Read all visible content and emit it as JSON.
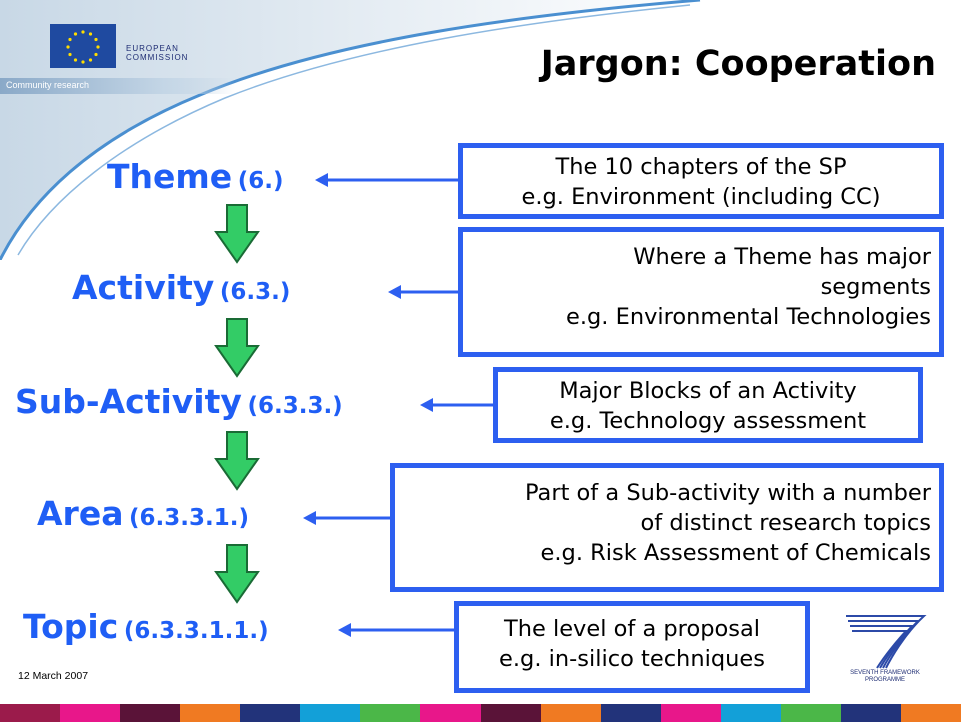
{
  "header": {
    "title": "Jargon: Cooperation",
    "eu_logo": {
      "line1": "EUROPEAN",
      "line2": "COMMISSION",
      "strip": "Community research"
    }
  },
  "levels": [
    {
      "name": "Theme",
      "code": "(6.)"
    },
    {
      "name": "Activity",
      "code": "(6.3.)"
    },
    {
      "name": "Sub-Activity",
      "code": "(6.3.3.)"
    },
    {
      "name": "Area",
      "code": "(6.3.3.1.)"
    },
    {
      "name": "Topic",
      "code": "(6.3.3.1.1.)"
    }
  ],
  "descriptions": [
    {
      "lines": [
        "The 10 chapters of the SP",
        "e.g. Environment (including CC)"
      ]
    },
    {
      "lines": [
        "Where a Theme has major",
        "segments",
        "e.g. Environmental Technologies"
      ]
    },
    {
      "lines": [
        "Major Blocks of an Activity",
        "e.g. Technology assessment"
      ]
    },
    {
      "lines": [
        "Part of a Sub-activity with a number",
        "of distinct research topics",
        "e.g. Risk Assessment of Chemicals"
      ]
    },
    {
      "lines": [
        "The level of a proposal",
        "e.g. in-silico techniques"
      ]
    }
  ],
  "footer": {
    "date": "12 March 2007",
    "fp7_logo": {
      "line1": "SEVENTH FRAMEWORK",
      "line2": "PROGRAMME"
    }
  },
  "colors": {
    "accent_blue": "#1f5ef5",
    "box_border": "#2d5ff0",
    "down_arrow": "#33cc66",
    "bottom_strip": [
      "#9b1b4b",
      "#e8178a",
      "#5a1338",
      "#f07a22",
      "#22337a",
      "#13a0d8",
      "#4bb748",
      "#e8178a",
      "#5a1338",
      "#f07a22",
      "#22337a",
      "#e8178a",
      "#13a0d8",
      "#4bb748",
      "#22337a",
      "#f07a22"
    ]
  },
  "icons": [
    "eu-flag-icon",
    "fp7-logo-icon",
    "left-arrow-icon",
    "down-arrow-icon"
  ]
}
